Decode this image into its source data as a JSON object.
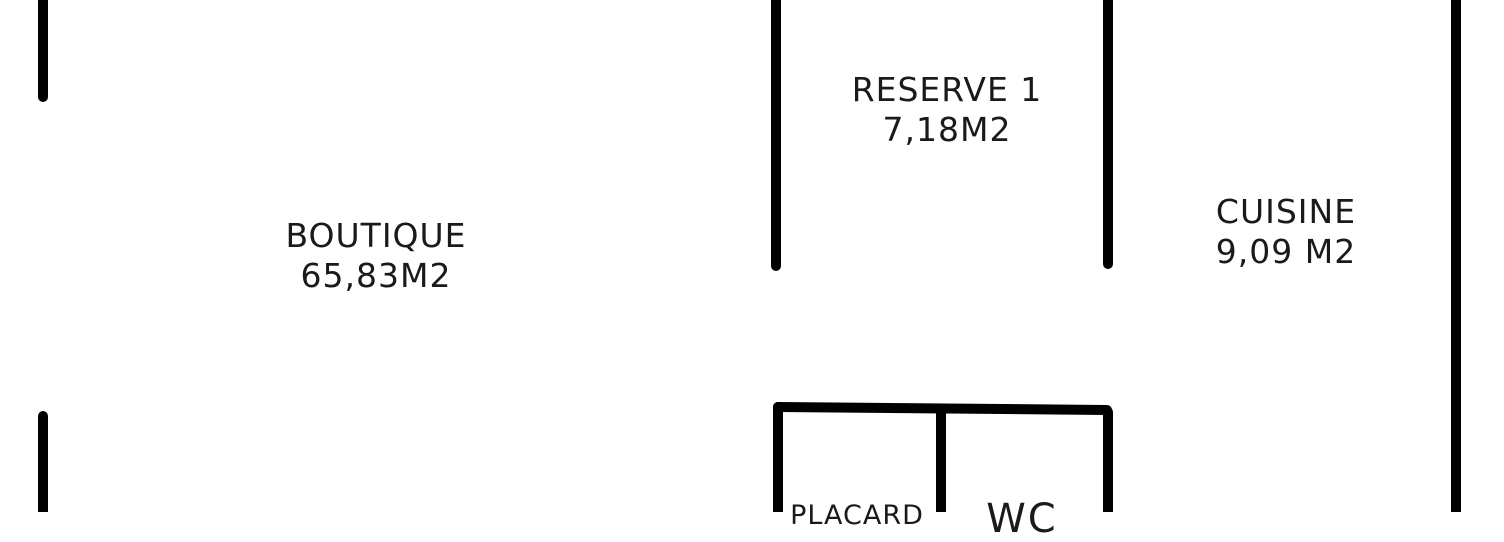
{
  "floorplan": {
    "rooms": {
      "boutique": {
        "name": "BOUTIQUE",
        "area": "65,83M2"
      },
      "reserve": {
        "name": "RESERVE 1",
        "area": "7,18M2"
      },
      "cuisine": {
        "name": "CUISINE",
        "area": "9,09 M2"
      },
      "placard": {
        "name": "PLACARD"
      },
      "wc": {
        "name": "WC"
      }
    },
    "colors": {
      "wall": "#000000",
      "background": "#ffffff",
      "text": "#1a1a1a"
    }
  }
}
